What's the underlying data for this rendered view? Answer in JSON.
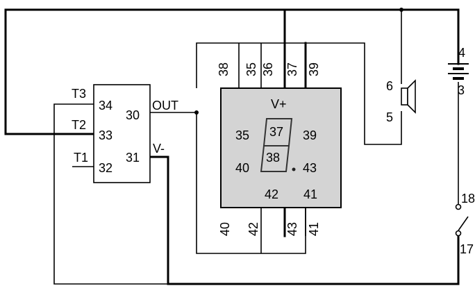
{
  "chip": {
    "labels": {
      "t3": "T3",
      "t2": "T2",
      "t1": "T1",
      "p34": "34",
      "p33": "33",
      "p32": "32",
      "p30": "30",
      "p31": "31",
      "out": "OUT",
      "vminus": "V-"
    }
  },
  "display": {
    "vplus": "V+",
    "inner": {
      "p35": "35",
      "p37": "37",
      "p39": "39",
      "p40": "40",
      "p38": "38",
      "p43": "43",
      "p42": "42",
      "p41": "41"
    },
    "top_pins": [
      "38",
      "35",
      "36",
      "37",
      "39"
    ],
    "bottom_pins": [
      "40",
      "42",
      "43",
      "41"
    ]
  },
  "speaker": {
    "p6": "6",
    "p5": "5"
  },
  "battery": {
    "p4": "4",
    "p3": "3"
  },
  "switch": {
    "p18": "18",
    "p17": "17"
  }
}
